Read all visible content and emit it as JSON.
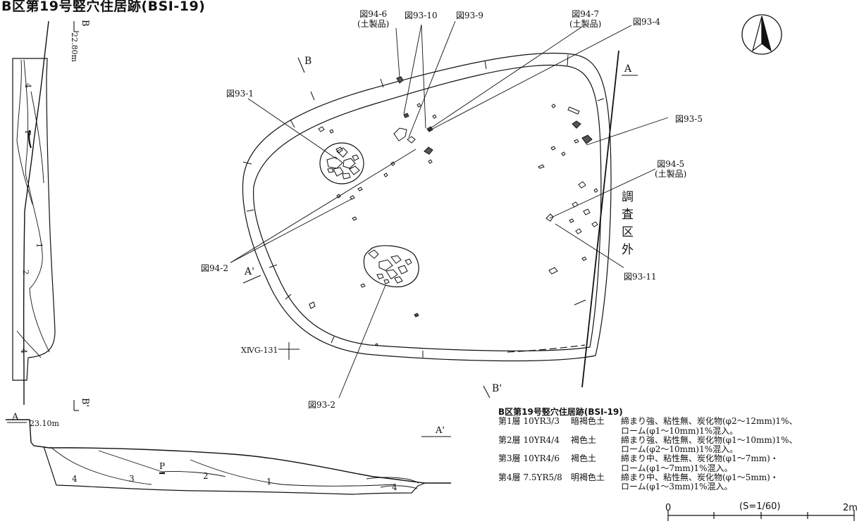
{
  "title": "B区第19号竪穴住居跡(BSI-19)",
  "callouts": {
    "f94_6": [
      "図94-6",
      "(土製品)"
    ],
    "f93_10": "図93-10",
    "f93_9": "図93-9",
    "f94_7": [
      "図94-7",
      "(土製品)"
    ],
    "f93_4": "図93-4",
    "f93_1": "図93-1",
    "f93_5": "図93-5",
    "f94_5": [
      "図94-5",
      "(土製品)"
    ],
    "f94_2": "図94-2",
    "f93_11": "図93-11",
    "f93_2": "図93-2"
  },
  "section_points": {
    "a": "A",
    "a_prime": "A'",
    "b": "B",
    "b_prime": "B'"
  },
  "elevations": {
    "a_line": "23.10m",
    "b_line": "22.80m"
  },
  "grid_point": "XⅣG-131",
  "outside_survey": "調査区外",
  "layer_numbers": [
    "1",
    "2",
    "3",
    "4",
    "P"
  ],
  "legend": {
    "title": "B区第19号竪穴住居跡(BSI-19)",
    "layers": [
      {
        "name": "第1層 10YR3/3",
        "soil": "暗褐色土",
        "desc1": "締まり強、粘性無、炭化物(φ2～12mm)1%、",
        "desc2": "ローム(φ1～10mm)1%混入。"
      },
      {
        "name": "第2層 10YR4/4",
        "soil": "褐色土",
        "desc1": "締まり強、粘性無、炭化物(φ1～10mm)1%、",
        "desc2": "ローム(φ2～10mm)1%混入。"
      },
      {
        "name": "第3層 10YR4/6",
        "soil": "褐色土",
        "desc1": "締まり中、粘性無、炭化物(φ1～7mm)・",
        "desc2": "ローム(φ1～7mm)1%混入。"
      },
      {
        "name": "第4層 7.5YR5/8",
        "soil": "明褐色土",
        "desc1": "締まり中、粘性無、炭化物(φ1～5mm)・",
        "desc2": "ローム(φ1～3mm)1%混入。"
      }
    ]
  },
  "scale": {
    "start": "0",
    "ratio": "(S=1/60)",
    "end": "2m"
  },
  "north_arrow_icon": "north-arrow-icon"
}
